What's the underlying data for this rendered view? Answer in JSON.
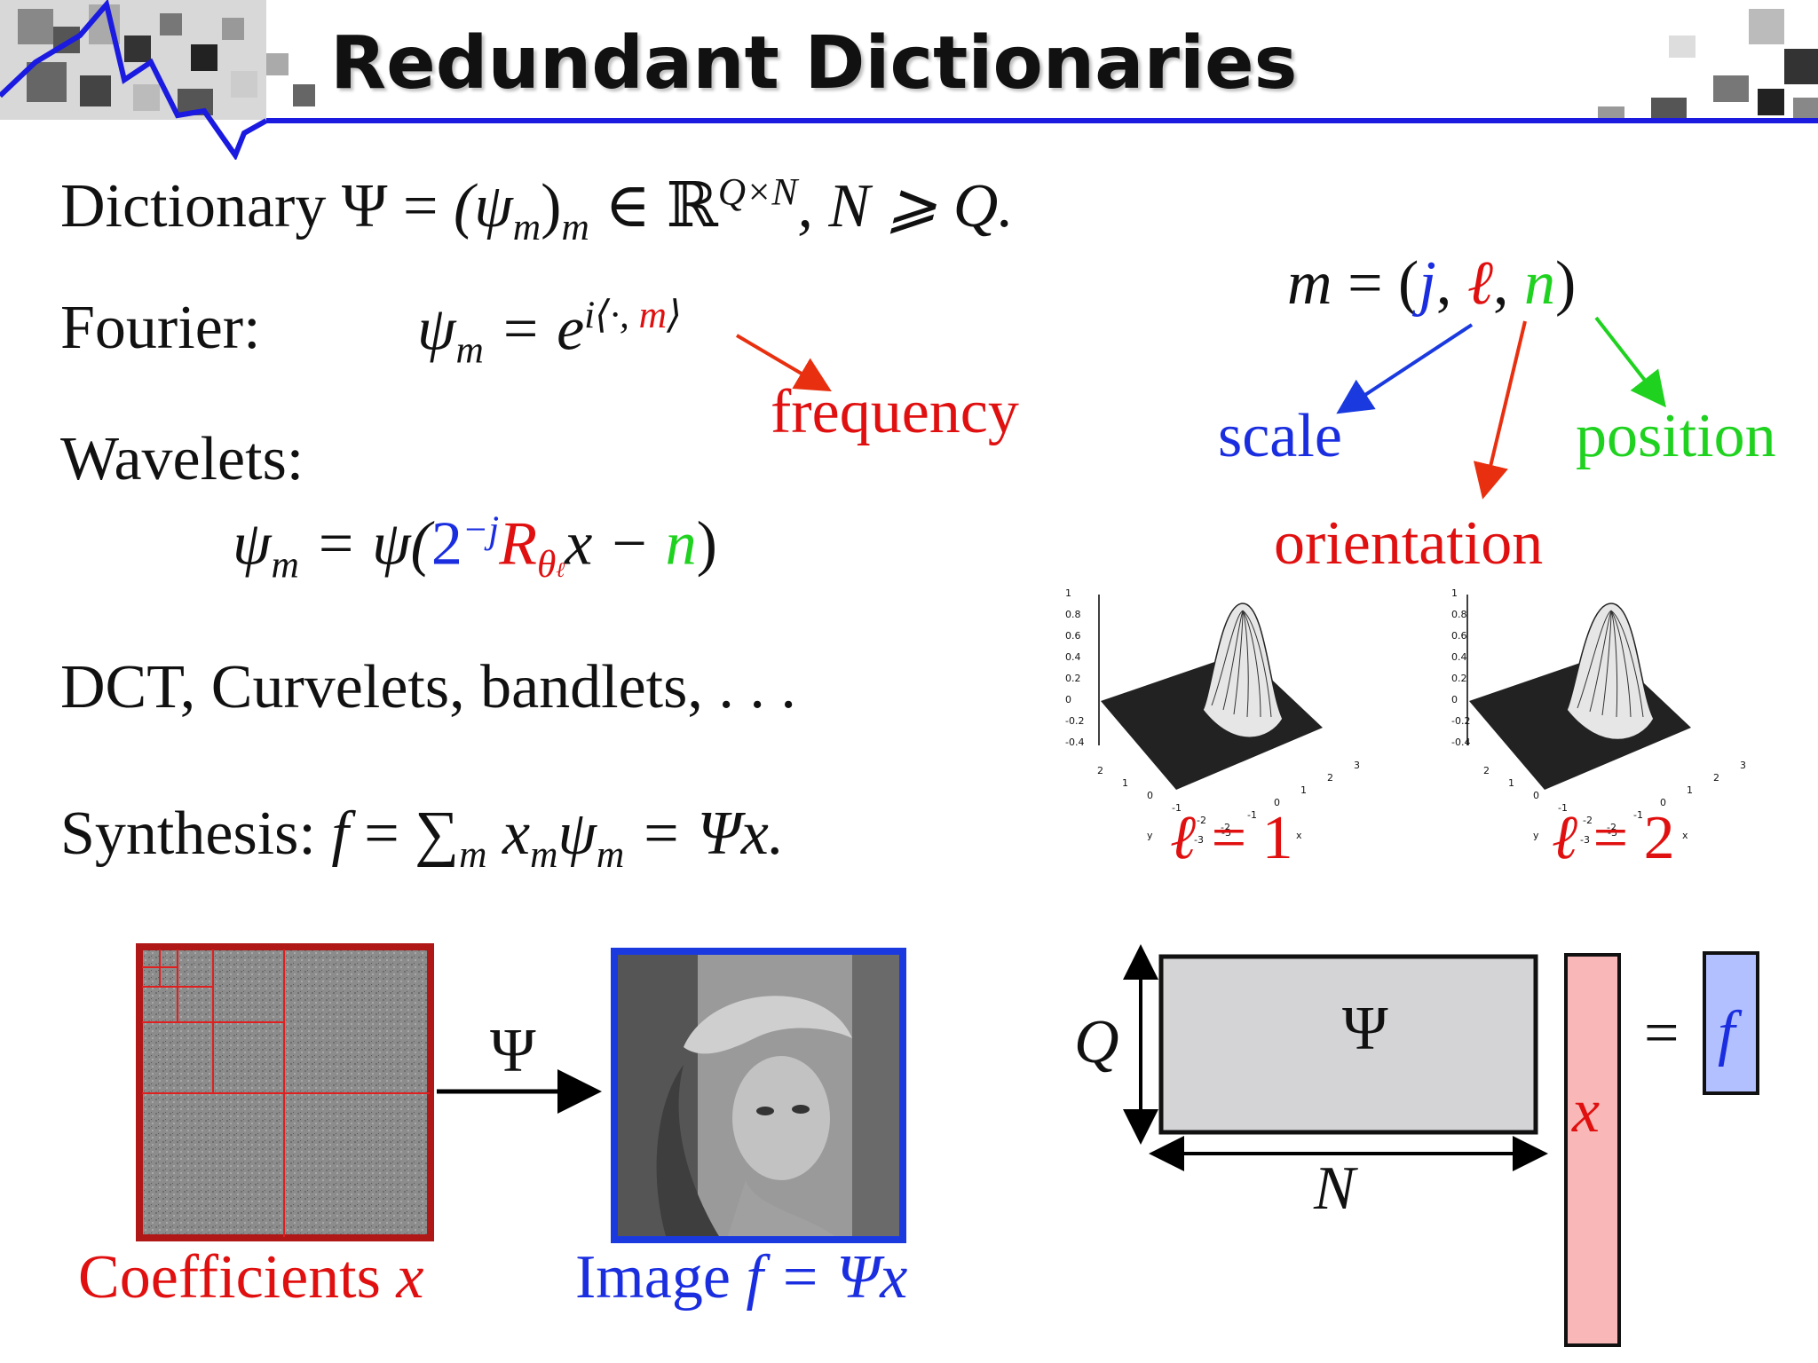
{
  "title": "Redundant Dictionaries",
  "dictionary": {
    "label": "Dictionary",
    "sym": "Ψ",
    "eq": "=",
    "lhs": "(ψ",
    "sub_m": "m",
    "close": ")",
    "in": "∈ ℝ",
    "sup": "Q×N",
    "cond": ", N ⩾ Q."
  },
  "fourier": {
    "label": "Fourier:",
    "psi": "ψ",
    "sub": "m",
    "eq": "= e",
    "sup_a": "i⟨·, ",
    "sup_m": "m",
    "sup_b": "⟩",
    "annotation": "frequency"
  },
  "wavelets": {
    "label": "Wavelets:",
    "psi": "ψ",
    "sub": "m",
    "eq_a": "= ψ(",
    "two": "2",
    "exp": "−j",
    "R": "R",
    "R_sub": "θ",
    "R_subsub": "ℓ",
    "x": "x −",
    "n": "n",
    "close": ")"
  },
  "index": {
    "m": "m",
    "eq": "= (",
    "j": "j",
    "c1": ",",
    "l": "ℓ",
    "c2": ",",
    "n": "n",
    "close": ")",
    "scale": "scale",
    "orientation": "orientation",
    "position": "position"
  },
  "others": "DCT, Curvelets, bandlets, . . .",
  "synthesis": {
    "label": "Synthesis:",
    "f": "f",
    "eq1": "=",
    "sum": "∑",
    "sum_sub": "m",
    "x": "x",
    "x_sub": "m",
    "psi": "ψ",
    "psi_sub": "m",
    "eq2": "= Ψx."
  },
  "plots": [
    {
      "label_l": "ℓ",
      "label_eq": "= 1",
      "yticks": [
        "1",
        "0.8",
        "0.6",
        "0.4",
        "0.2",
        "0",
        "-0.2",
        "-0.4"
      ],
      "xticks": [
        "-3",
        "-2",
        "-1",
        "0",
        "1",
        "2",
        "3"
      ],
      "ylabel2": [
        "2",
        "1",
        "0",
        "-1",
        "-2",
        "-3"
      ],
      "axis_y": "y",
      "axis_x": "x"
    },
    {
      "label_l": "ℓ",
      "label_eq": "= 2",
      "yticks": [
        "1",
        "0.8",
        "0.6",
        "0.4",
        "0.2",
        "0",
        "-0.2",
        "-0.4"
      ],
      "xticks": [
        "-3",
        "-2",
        "-1",
        "0",
        "1",
        "2",
        "3"
      ],
      "ylabel2": [
        "2",
        "1",
        "0",
        "-1",
        "-2",
        "-3"
      ],
      "axis_y": "y",
      "axis_x": "x"
    }
  ],
  "bottom": {
    "coeff_caption": "Coefficients",
    "coeff_var": "x",
    "arrow_label": "Ψ",
    "image_caption": "Image",
    "image_eq": "f = Ψx"
  },
  "matrix": {
    "Q": "Q",
    "N": "N",
    "psi": "Ψ",
    "x": "x",
    "eq": "=",
    "f": "f"
  },
  "colors": {
    "red": "#e01010",
    "blue": "#1a2ee0",
    "green": "#1fd21f",
    "matrix_gray": "#d4d4d6",
    "x_pink": "#f9b7b7",
    "f_blue": "#b3c0ff"
  }
}
